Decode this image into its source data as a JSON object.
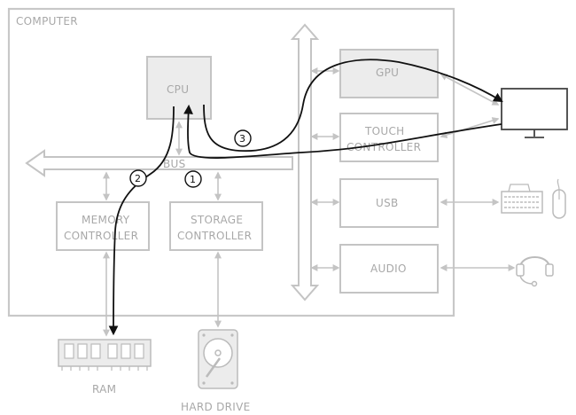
{
  "labels": {
    "computer": "COMPUTER",
    "cpu": "CPU",
    "bus": "BUS",
    "gpu": "GPU",
    "touch_1": "TOUCH",
    "touch_2": "CONTROLLER",
    "usb": "USB",
    "audio": "AUDIO",
    "memory_1": "MEMORY",
    "memory_2": "CONTROLLER",
    "storage_1": "STORAGE",
    "storage_2": "CONTROLLER",
    "ram": "RAM",
    "hard_drive": "HARD DRIVE"
  },
  "steps": [
    "1",
    "2",
    "3"
  ],
  "icons": [
    "monitor-icon",
    "keyboard-icon",
    "mouse-icon",
    "headset-icon",
    "ram-icon",
    "hard-drive-icon"
  ],
  "colors": {
    "component": "#c4c4c4",
    "label": "#a8a8a8",
    "flow": "#111111"
  }
}
